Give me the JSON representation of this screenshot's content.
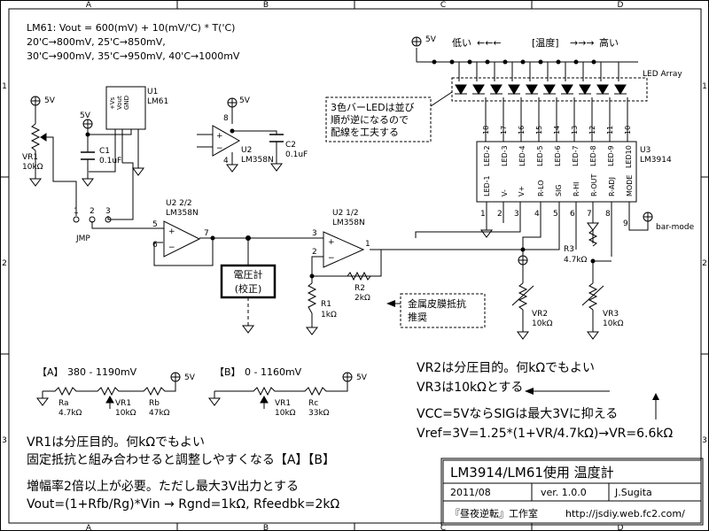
{
  "grid": {
    "cols": [
      "A",
      "B",
      "C",
      "D"
    ],
    "rows": [
      "1",
      "2",
      "3"
    ]
  },
  "power": {
    "vcc": "5V"
  },
  "notes": {
    "lm61": [
      "LM61: Vout = 600(mV) + 10(mV/'C) * T('C)",
      "20'C→800mV, 25'C→850mV,",
      "30'C→900mV, 35'C→950mV, 40'C→1000mV"
    ],
    "tricolor": [
      "3色バーLEDは並び",
      "順が逆になるので",
      "配線を工夫する"
    ],
    "metal_film": [
      "金属皮膜抵抗",
      "推奨"
    ],
    "vr1": [
      "VR1は分圧目的。何kΩでもよい",
      "固定抵抗と組み合わせると調整しやすくなる【A】【B】"
    ],
    "gain": [
      "増幅率2倍以上が必要。ただし最大3V出力とする",
      "Vout=(1+Rfb/Rg)*Vin → Rgnd=1kΩ, Rfeedbk=2kΩ"
    ],
    "vr23": [
      "VR2は分圧目的。何kΩでもよい",
      "VR3は10kΩとする"
    ],
    "vref": [
      "VCC=5VならSIGは最大3Vに抑える",
      "Vref=3V=1.25*(1+VR/4.7kΩ)→VR=6.6kΩ"
    ]
  },
  "components": {
    "vr1": {
      "ref": "VR1",
      "value": "10kΩ"
    },
    "c1": {
      "ref": "C1",
      "value": "0.1uF"
    },
    "c2": {
      "ref": "C2",
      "value": "0.1uF"
    },
    "u1": {
      "ref": "U1",
      "part": "LM61",
      "pins": [
        "+Vs",
        "Vout",
        "GND"
      ]
    },
    "jmp": {
      "ref": "JMP",
      "pins": [
        "1",
        "2",
        "3"
      ]
    },
    "u2b": {
      "ref": "U2 2/2",
      "part": "LM358N",
      "plus": "+",
      "minus": "−",
      "pins": [
        "5",
        "6",
        "7"
      ]
    },
    "u2_power": {
      "ref": "U2",
      "part": "LM358N",
      "pins": [
        "8",
        "4"
      ]
    },
    "u2a": {
      "ref": "U2 1/2",
      "part": "LM358N",
      "plus": "+",
      "minus": "−",
      "pins": [
        "3",
        "2",
        "1"
      ]
    },
    "meter": {
      "line1": "電圧計",
      "line2": "(校正)"
    },
    "r1": {
      "ref": "R1",
      "value": "1kΩ"
    },
    "r2": {
      "ref": "R2",
      "value": "2kΩ"
    },
    "r3": {
      "ref": "R3",
      "value": "4.7kΩ"
    },
    "vr2": {
      "ref": "VR2",
      "value": "10kΩ"
    },
    "vr3": {
      "ref": "VR3",
      "value": "10kΩ"
    },
    "led_array": {
      "label": "LED Array",
      "low": "低い",
      "arrow_left": "←←←",
      "temp": "[温度]",
      "arrow_right": "→→→",
      "high": "高い"
    },
    "u3": {
      "ref": "U3",
      "part": "LM3914",
      "top_labels": [
        "LED-2",
        "LED-3",
        "LED-4",
        "LED-5",
        "LED-6",
        "LED-7",
        "LED-8",
        "LED-9",
        "LED10"
      ],
      "bottom_labels": [
        "LED-1",
        "V-",
        "V+",
        "R-LO",
        "SIG",
        "R-HI",
        "R-OUT",
        "R-ADJ",
        "MODE"
      ],
      "top_pins": [
        "18",
        "17",
        "16",
        "15",
        "14",
        "13",
        "12",
        "11",
        "10"
      ],
      "bottom_pins": [
        "1",
        "2",
        "3",
        "4",
        "5",
        "6",
        "7",
        "8",
        "9"
      ],
      "bar_mode": "bar-mode"
    }
  },
  "options": {
    "a": {
      "label": "【A】",
      "range": "380 - 1190mV",
      "r_ref": "Ra",
      "r_value": "4.7kΩ",
      "vr_ref": "VR1",
      "vr_value": "10kΩ",
      "r2_ref": "Rb",
      "r2_value": "47kΩ"
    },
    "b": {
      "label": "【B】",
      "range": "0 - 1160mV",
      "vr_ref": "VR1",
      "vr_value": "10kΩ",
      "r_ref": "Rc",
      "r_value": "33kΩ"
    }
  },
  "title_block": {
    "title": "LM3914/LM61使用 温度計",
    "date": "2011/08",
    "version": "ver. 1.0.0",
    "author": "J.Sugita",
    "lab": "『昼夜逆転』工作室",
    "url": "http://jsdiy.web.fc2.com/"
  }
}
